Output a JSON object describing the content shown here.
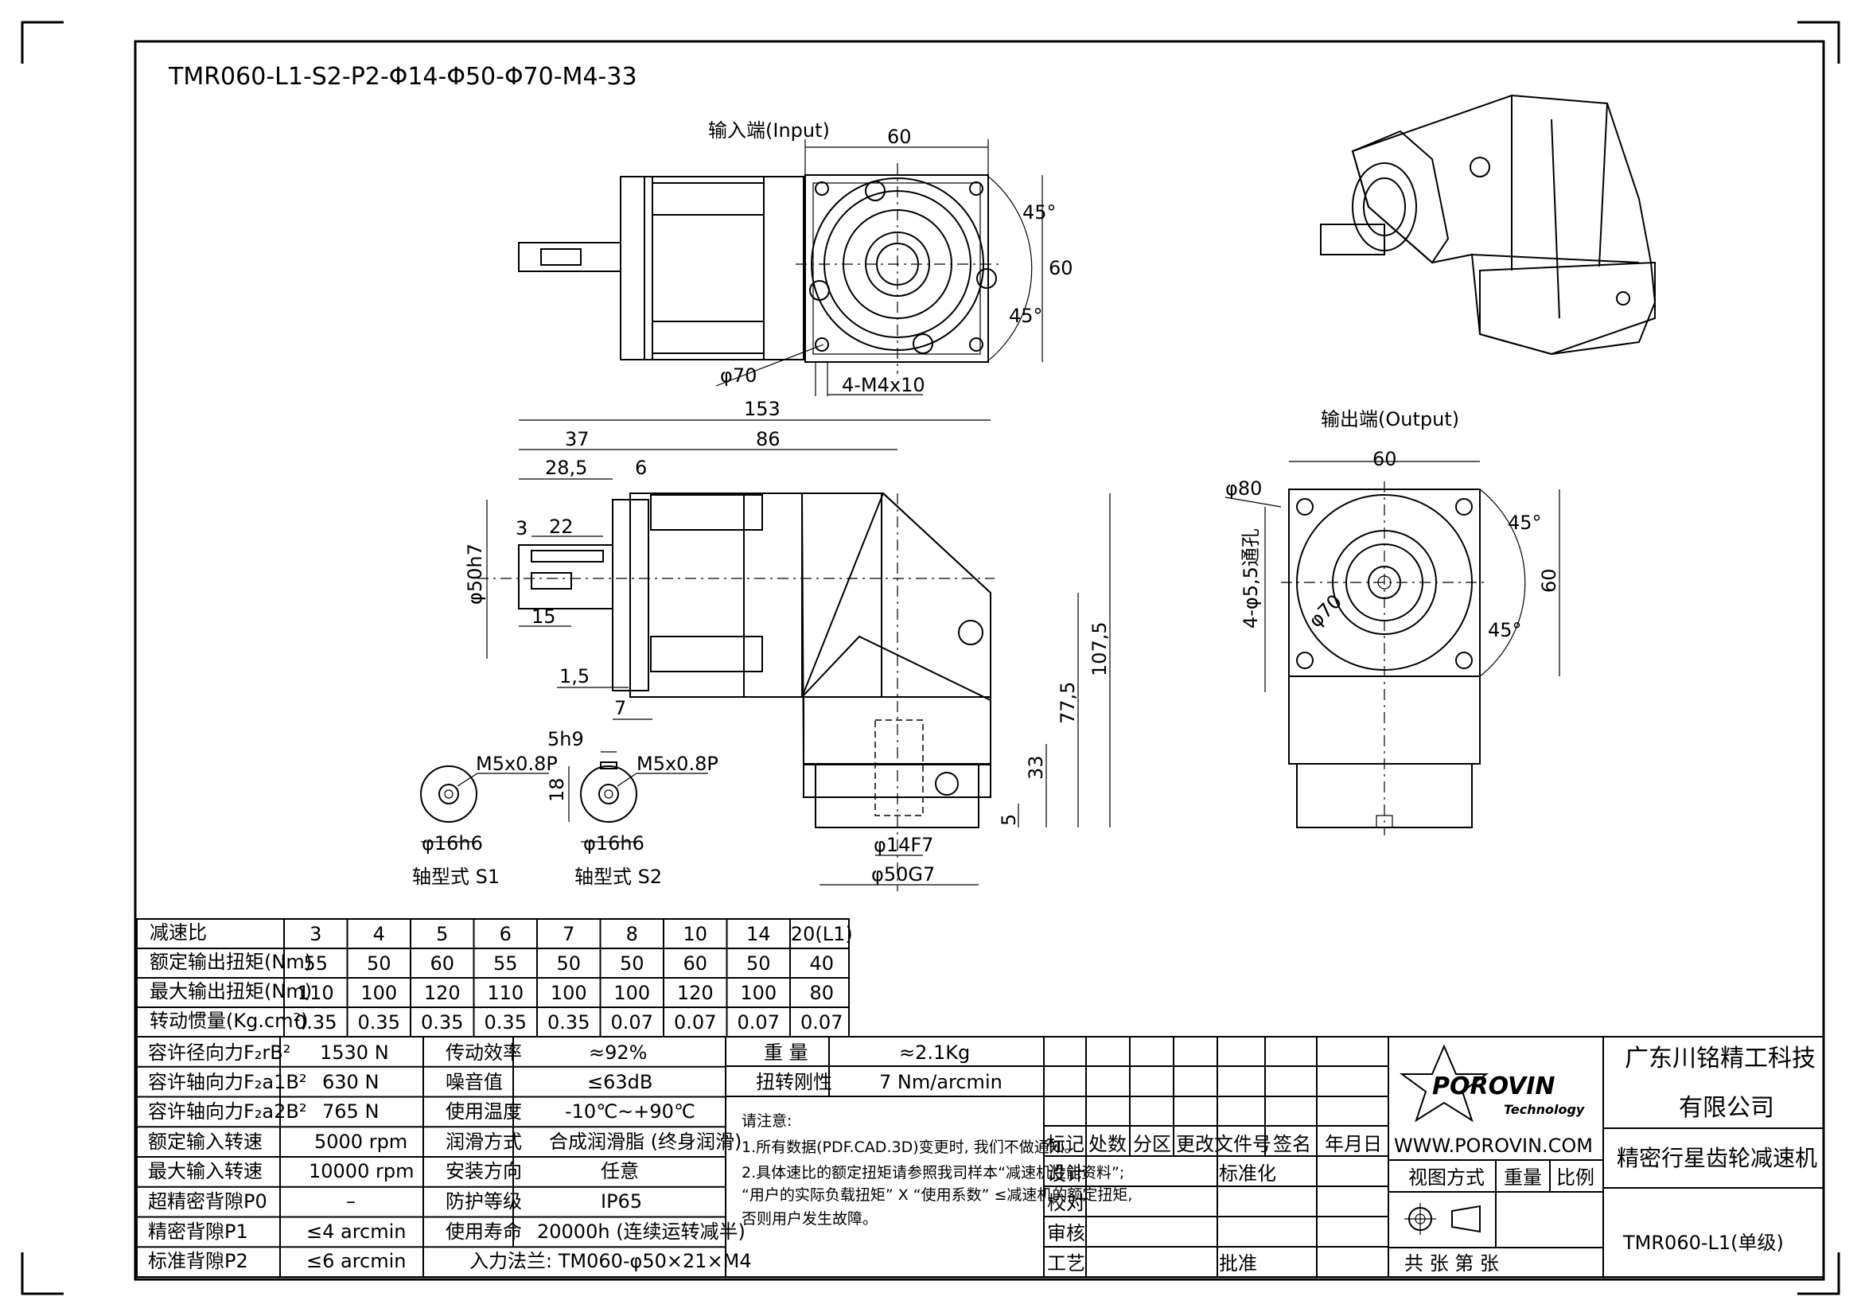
{
  "header": {
    "model_code": "TMR060-L1-S2-P2-Φ14-Φ50-Φ70-M4-33"
  },
  "views": {
    "input_label": "输入端(Input)",
    "output_label": "输出端(Output)",
    "shaft_s1_label": "轴型式 S1",
    "shaft_s2_label": "轴型式 S2"
  },
  "dimensions": {
    "top_width": "60",
    "top_height": "60",
    "top_angle_1": "45°",
    "top_angle_2": "45°",
    "top_pcd": "φ70",
    "top_holes": "4-M4x10",
    "overall_length": "153",
    "d37": "37",
    "d86": "86",
    "d28_5": "28,5",
    "d6": "6",
    "d3": "3",
    "d22": "22",
    "d15": "15",
    "d1_5": "1,5",
    "d7": "7",
    "d_phi50h7": "φ50h7",
    "d107_5": "107,5",
    "d77_5": "77,5",
    "d33": "33",
    "d5": "5",
    "d_phi14f7": "φ14F7",
    "d_phi50g7": "φ50G7",
    "s_key": "5h9",
    "s_thread_1": "M5x0.8P",
    "s_thread_2": "M5x0.8P",
    "s_18": "18",
    "s_phi16h6_1": "φ16h6",
    "s_phi16h6_2": "φ16h6",
    "out_width": "60",
    "out_height": "60",
    "out_phi80": "φ80",
    "out_phi70": "φ70",
    "out_holes": "4-φ5,5通孔",
    "out_angle_1": "45°",
    "out_angle_2": "45°"
  },
  "ratio_table": {
    "header_label": "减速比",
    "ratios": [
      "3",
      "4",
      "5",
      "6",
      "7",
      "8",
      "10",
      "14",
      "20(L1)"
    ],
    "rows": [
      {
        "label": "额定输出扭矩(Nm)",
        "values": [
          "55",
          "50",
          "60",
          "55",
          "50",
          "50",
          "60",
          "50",
          "40"
        ]
      },
      {
        "label": "最大输出扭矩(Nm)",
        "values": [
          "110",
          "100",
          "120",
          "110",
          "100",
          "100",
          "120",
          "100",
          "80"
        ]
      },
      {
        "label": "转动惯量(Kg.cm²)",
        "values": [
          "0.35",
          "0.35",
          "0.35",
          "0.35",
          "0.35",
          "0.07",
          "0.07",
          "0.07",
          "0.07"
        ]
      }
    ]
  },
  "spec_table_1": [
    {
      "label": "容许径向力F₂rB²",
      "value": "1530 N"
    },
    {
      "label": "容许轴向力F₂a1B²",
      "value": "630 N"
    },
    {
      "label": "容许轴向力F₂a2B²",
      "value": "765 N"
    },
    {
      "label": "额定输入转速",
      "value": "5000 rpm"
    },
    {
      "label": "最大输入转速",
      "value": "10000 rpm"
    },
    {
      "label": "超精密背隙P0",
      "value": "–"
    },
    {
      "label": "精密背隙P1",
      "value": "≤4 arcmin"
    },
    {
      "label": "标准背隙P2",
      "value": "≤6 arcmin"
    }
  ],
  "spec_table_2": [
    {
      "label": "传动效率",
      "value": "≈92%"
    },
    {
      "label": "噪音值",
      "value": "≤63dB"
    },
    {
      "label": "使用温度",
      "value": "-10℃~+90℃"
    },
    {
      "label": "润滑方式",
      "value": "合成润滑脂 (终身润滑)"
    },
    {
      "label": "安装方向",
      "value": "任意"
    },
    {
      "label": "防护等级",
      "value": "IP65"
    },
    {
      "label": "使用寿命",
      "value": "20000h (连续运转减半)"
    }
  ],
  "input_flange": "入力法兰: TM060-φ50×21×M4",
  "weight_table": [
    {
      "label": "重 量",
      "value": "≈2.1Kg"
    },
    {
      "label": "扭转刚性",
      "value": "7 Nm/arcmin"
    }
  ],
  "notes": {
    "title": "请注意:",
    "line1": "1.所有数据(PDF.CAD.3D)变更时, 我们不做通知。",
    "line2": "2.具体速比的额定扭矩请参照我司样本“减速机性能资料”;",
    "line3": "“用户的实际负载扭矩” X “使用系数” ≤减速机的额定扭矩,",
    "line4": "否则用户发生故障。"
  },
  "title_block": {
    "h_marks": "标记",
    "h_count": "处数",
    "h_zone": "分区",
    "h_change": "更改文件号",
    "h_sign": "签名",
    "h_date": "年月日",
    "design": "设计",
    "standard": "标准化",
    "check": "校对",
    "audit": "审核",
    "process": "工艺",
    "approve": "批准",
    "logo_text": "POROVIN",
    "logo_sub": "Technology",
    "website": "WWW.POROVIN.COM",
    "view_method": "视图方式",
    "weight": "重量",
    "scale": "比例",
    "sheets": "共  张 第  张",
    "company_line1": "广东川铭精工科技",
    "company_line2": "有限公司",
    "product": "精密行星齿轮减速机",
    "model": "TMR060-L1(单级)"
  }
}
